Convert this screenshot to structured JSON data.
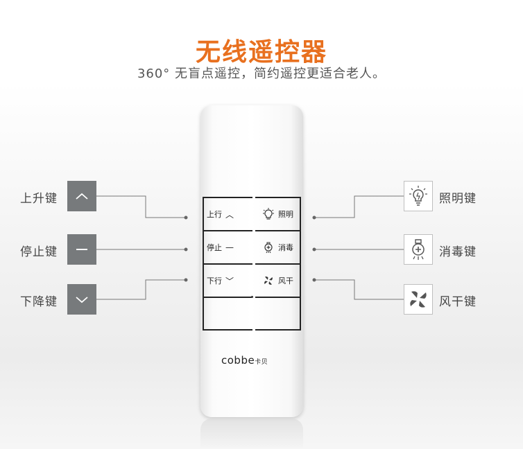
{
  "header": {
    "title": "无线遥控器",
    "subtitle": "360°  无盲点遥控，简约遥控更适合老人。"
  },
  "remote": {
    "buttons_left": [
      {
        "label": "上行",
        "glyph": "︿"
      },
      {
        "label": "停止",
        "glyph": "—"
      },
      {
        "label": "下行",
        "glyph": "﹀"
      }
    ],
    "buttons_right": [
      {
        "label": "照明",
        "icon": "bulb-icon"
      },
      {
        "label": "消毒",
        "icon": "disinfect-bulb-icon"
      },
      {
        "label": "风干",
        "icon": "fan-icon"
      }
    ],
    "logo_text": "cobbe",
    "logo_cn": "卡贝"
  },
  "left_keys": [
    {
      "label": "上升键",
      "icon": "chevron-up-icon"
    },
    {
      "label": "停止键",
      "icon": "minus-icon"
    },
    {
      "label": "下降键",
      "icon": "chevron-down-icon"
    }
  ],
  "right_keys": [
    {
      "label": "照明键",
      "icon": "bulb-icon"
    },
    {
      "label": "消毒键",
      "icon": "disinfect-bulb-icon"
    },
    {
      "label": "风干键",
      "icon": "fan-icon"
    }
  ],
  "colors": {
    "title": "#e8701f",
    "keybox": "#777a7c",
    "text": "#444444"
  }
}
